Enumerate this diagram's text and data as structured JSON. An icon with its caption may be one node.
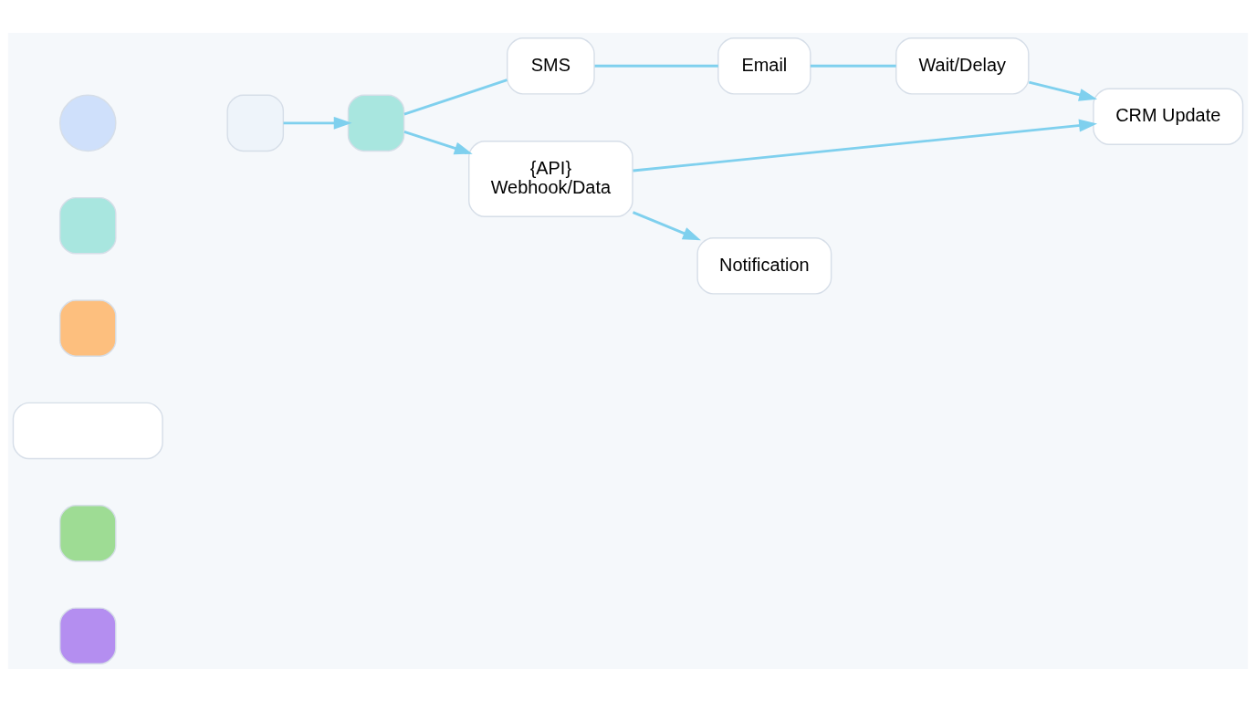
{
  "diagram": {
    "nodes": [
      {
        "text": [],
        "shape": "circle"
      },
      {
        "text": [],
        "shape": "box"
      },
      {
        "text": [],
        "shape": "box"
      },
      {
        "text": [],
        "shape": "box"
      },
      {
        "text": [],
        "shape": "box"
      },
      {
        "text": [],
        "shape": "box"
      },
      {
        "text": [],
        "shape": "box"
      },
      {
        "text": [],
        "shape": "box"
      },
      {
        "text": [
          "SMS"
        ]
      },
      {
        "text": [
          "Email"
        ]
      },
      {
        "text": [
          "Wait/Delay"
        ]
      },
      {
        "text": [
          "CRM Update"
        ]
      },
      {
        "text": [
          "{API}",
          "Webhook/Data"
        ]
      },
      {
        "text": [
          "Notification"
        ]
      }
    ],
    "edges": [
      {
        "from": 6,
        "to": 7,
        "arrow": "to"
      },
      {
        "from": 7,
        "to": 8,
        "arrow": "none"
      },
      {
        "from": 8,
        "to": 9,
        "arrow": "none"
      },
      {
        "from": 9,
        "to": 10,
        "arrow": "none"
      },
      {
        "from": 10,
        "to": 11,
        "arrow": "to"
      },
      {
        "from": 7,
        "to": 12,
        "arrow": "to"
      },
      {
        "from": 12,
        "to": 11,
        "arrow": "to"
      },
      {
        "from": 12,
        "to": 13,
        "arrow": "to"
      }
    ]
  }
}
